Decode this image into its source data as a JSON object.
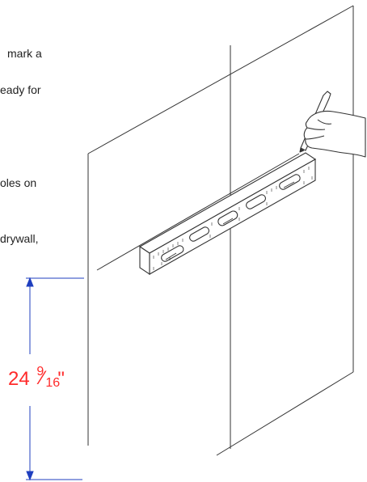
{
  "text_fragments": [
    "mark a",
    "eady for",
    "oles on",
    "drywall,"
  ],
  "measurement": {
    "whole": "24",
    "numerator": "9",
    "slash": "⁄",
    "denominator": "16",
    "unit": "\""
  },
  "colors": {
    "measure_line": "#1f3fbf",
    "measure_text": "#ff2a2a",
    "line_art": "#333333"
  }
}
